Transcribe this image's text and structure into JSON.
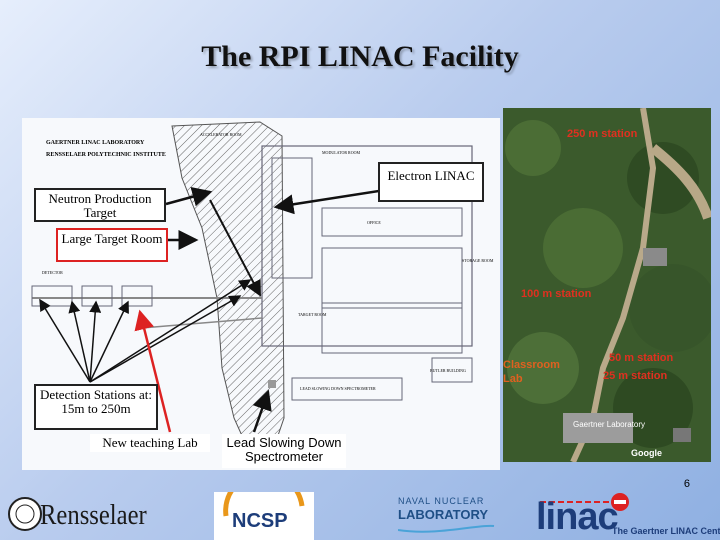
{
  "slide": {
    "title": "The RPI LINAC Facility",
    "page_number": "6"
  },
  "callouts": {
    "electron_linac": "Electron LINAC",
    "neutron_production": "Neutron Production Target",
    "large_target_room": "Large Target Room",
    "detection_stations": "Detection Stations at: 15m to 250m",
    "new_teaching_lab": "New teaching Lab",
    "lead_slowing_down": "Lead Slowing Down Spectrometer"
  },
  "blueprint": {
    "lab_name": "GAERTNER LINAC LABORATORY",
    "institute": "RENSSELAER POLYTECHNIC INSTITUTE",
    "labels": {
      "acceler_room": "ACCELERATOR ROOM",
      "modulator": "MODULATOR ROOM",
      "office": "OFFICE",
      "target_room": "TARGET ROOM",
      "detector": "DETECTOR",
      "lsds": "LEAD SLOWING DOWN SPECTROMETER",
      "butler": "BUTLER BUILDING",
      "storage": "STORAGE ROOM"
    }
  },
  "satellite": {
    "labels": [
      "250 m station",
      "100 m station",
      "Classroom Lab",
      "50 m station",
      "25 m station"
    ],
    "copyright": "Google",
    "building": "Gaertner Laboratory"
  },
  "logos": {
    "rpi": "Rensselaer",
    "ncsp": "NCSP",
    "naval_1": "NAVAL NUCLEAR",
    "naval_2": "LABORATORY",
    "linac": "linac",
    "gaertner": "The Gaertner LINAC Center"
  },
  "colors": {
    "accent_red": "#d22222",
    "callout_border": "#222222",
    "sat_label": "#e03020"
  }
}
